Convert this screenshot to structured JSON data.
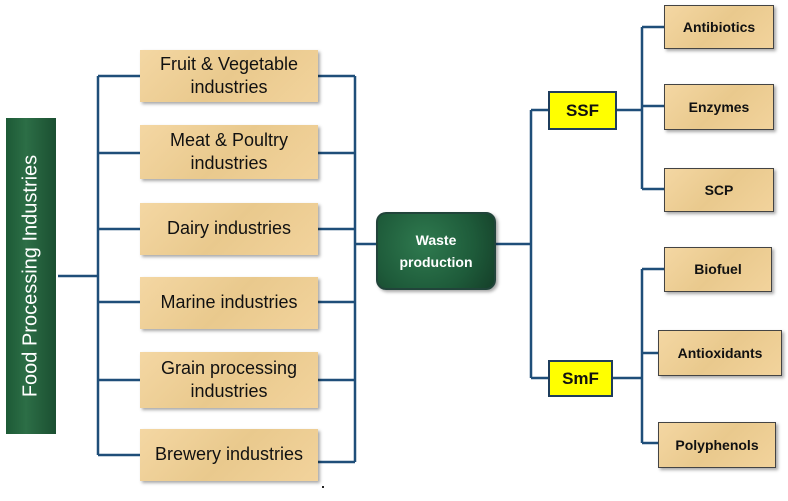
{
  "title": "Food Processing Industries",
  "industries": [
    "Fruit & Vegetable industries",
    "Meat & Poultry industries",
    "Dairy industries",
    "Marine industries",
    "Grain processing industries",
    "Brewery industries"
  ],
  "center": "Waste production",
  "methods": [
    "SSF",
    "SmF"
  ],
  "products": [
    "Antibiotics",
    "Enzymes",
    "SCP",
    "Biofuel",
    "Antioxidants",
    "Polyphenols"
  ],
  "colors": {
    "connector": "#1f4e79",
    "title_bg": "#1d5a36",
    "method_bg": "#ffff00"
  }
}
